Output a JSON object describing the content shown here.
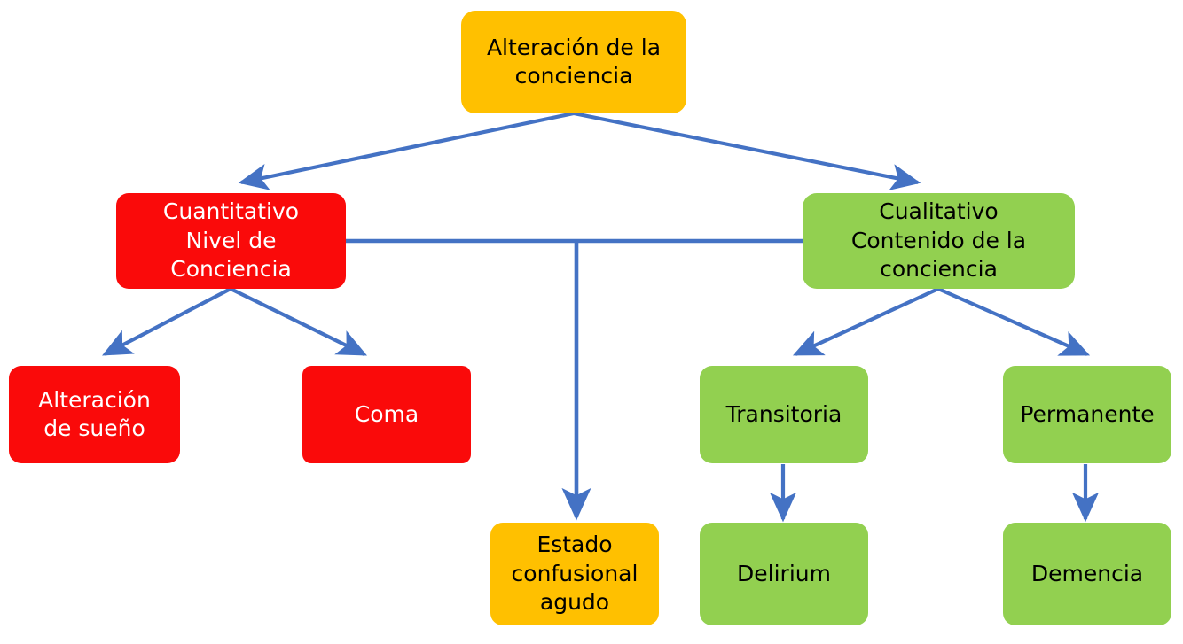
{
  "diagram": {
    "title_node": "Alteración de la conciencia",
    "accent_colors": {
      "amber": "#FFC000",
      "red": "#FA0A0A",
      "green": "#92D050",
      "connector_blue": "#4472C4",
      "background": "#FFFFFF"
    },
    "nodes": [
      {
        "id": "root",
        "label": "Alteración de la\nconciencia",
        "color": "amber"
      },
      {
        "id": "quantitative",
        "label": "Cuantitativo\nNivel de\nConciencia",
        "color": "red"
      },
      {
        "id": "qualitative",
        "label": "Cualitativo\nContenido de la\nconciencia",
        "color": "green"
      },
      {
        "id": "sleep",
        "label": "Alteración\nde sueño",
        "color": "red"
      },
      {
        "id": "coma",
        "label": "Coma",
        "color": "red"
      },
      {
        "id": "transient",
        "label": "Transitoria",
        "color": "green"
      },
      {
        "id": "permanent",
        "label": "Permanente",
        "color": "green"
      },
      {
        "id": "acute",
        "label": "Estado\nconfusional\nagudo",
        "color": "amber"
      },
      {
        "id": "delirium",
        "label": "Delirium",
        "color": "green"
      },
      {
        "id": "dementia",
        "label": "Demencia",
        "color": "green"
      }
    ],
    "edges": [
      {
        "from": "root",
        "to": "quantitative",
        "style": "arrow"
      },
      {
        "from": "root",
        "to": "qualitative",
        "style": "arrow"
      },
      {
        "from": "quantitative",
        "to": "qualitative",
        "style": "line"
      },
      {
        "from": "quantitative",
        "to": "sleep",
        "style": "arrow"
      },
      {
        "from": "quantitative",
        "to": "coma",
        "style": "arrow"
      },
      {
        "from": "qualitative",
        "to": "transient",
        "style": "arrow"
      },
      {
        "from": "qualitative",
        "to": "permanent",
        "style": "arrow"
      },
      {
        "from": "quantitative-qualitative-midpoint",
        "to": "acute",
        "style": "arrow"
      },
      {
        "from": "transient",
        "to": "delirium",
        "style": "arrow"
      },
      {
        "from": "permanent",
        "to": "dementia",
        "style": "arrow"
      }
    ]
  }
}
